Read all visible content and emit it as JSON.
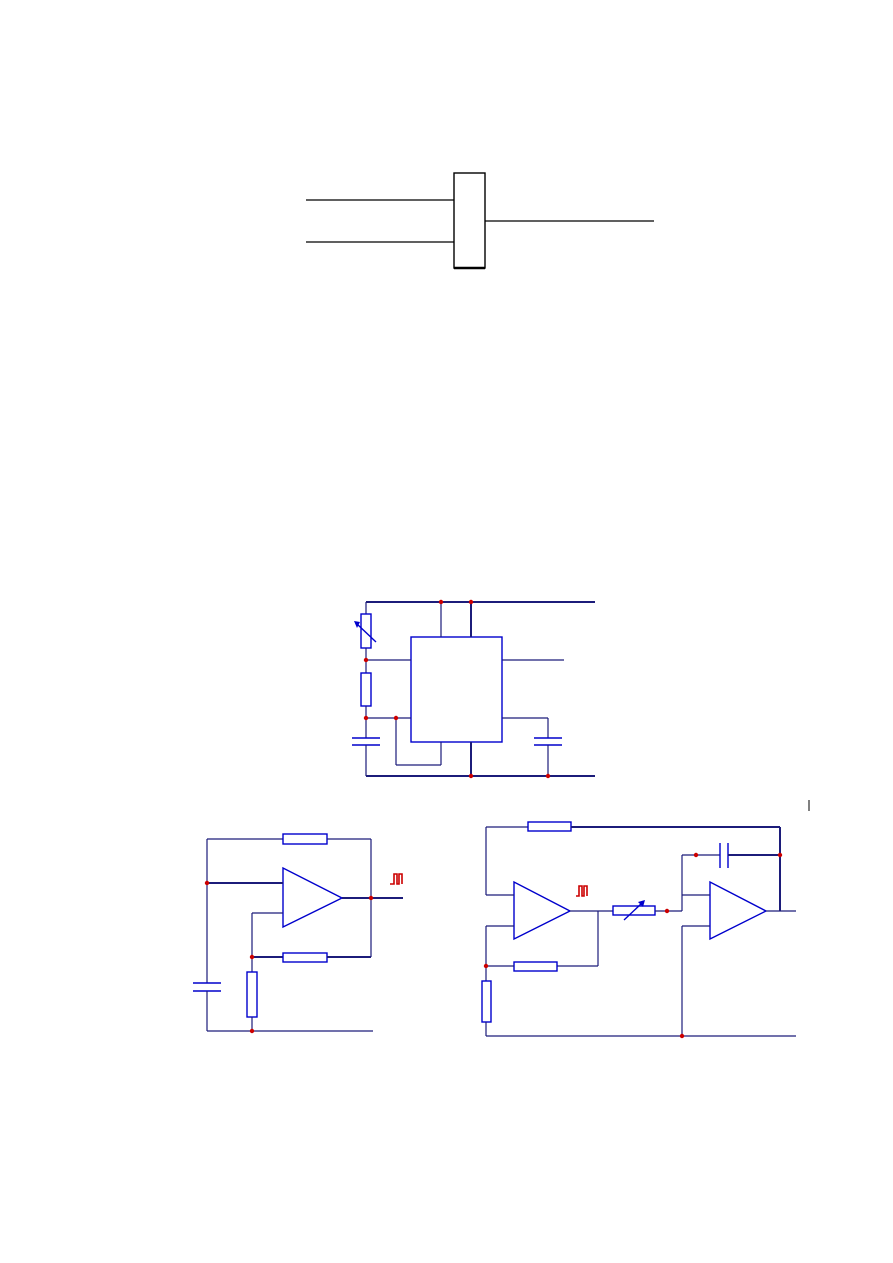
{
  "colors": {
    "wire": "#1c1c7a",
    "component": "#0000cc",
    "node": "#cc0000",
    "pulse_symbol": "#cc0000",
    "top_block": "#000000"
  },
  "figures": [
    {
      "id": "block-symbol",
      "elements": [
        "two-input-block",
        "output-line"
      ]
    },
    {
      "id": "timer-oscillator",
      "elements": [
        "variable-resistor",
        "resistor",
        "capacitor",
        "capacitor",
        "ic-block"
      ]
    },
    {
      "id": "square-wave-generator",
      "elements": [
        "op-amp",
        "resistor",
        "resistor",
        "resistor",
        "capacitor",
        "pulse-symbol"
      ]
    },
    {
      "id": "triangle-wave-generator",
      "elements": [
        "op-amp",
        "op-amp",
        "resistor",
        "resistor",
        "resistor",
        "variable-resistor",
        "capacitor",
        "pulse-symbol"
      ]
    }
  ],
  "icons": [
    "pulse-icon",
    "variable-resistor-arrow-icon"
  ]
}
